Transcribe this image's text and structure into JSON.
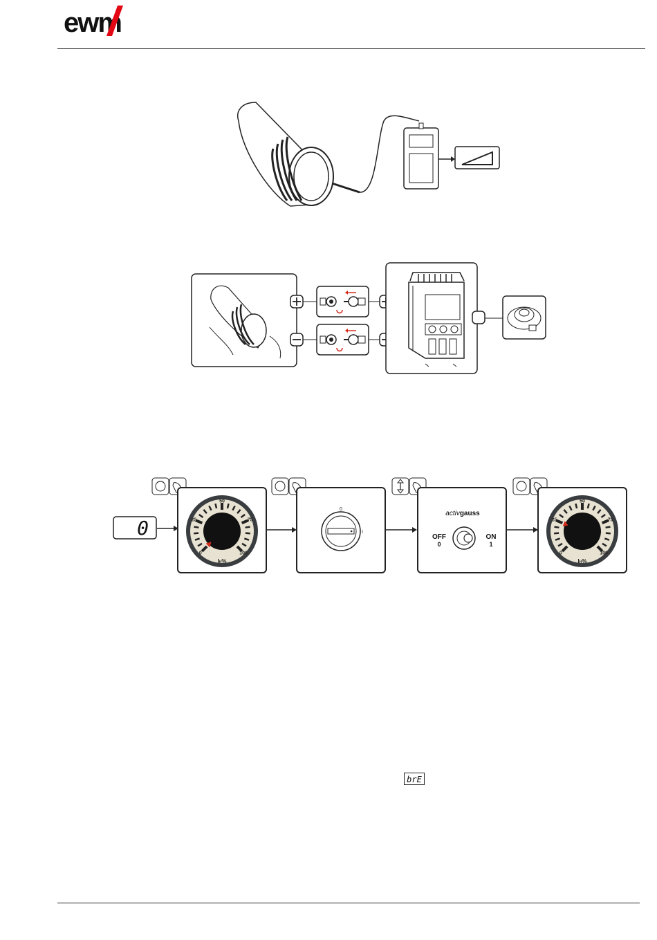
{
  "brand": {
    "logo_text": "ewm"
  },
  "figure_measure": {
    "meter_icon": "gauss-meter-icon",
    "output_icon": "ramp-symbol-icon"
  },
  "figure_connect": {
    "plus_symbol": "+",
    "minus_symbol": "−"
  },
  "figure_sequence": {
    "display_value": "0",
    "knob_scale": {
      "labels": [
        "0",
        "25",
        "50",
        "75",
        "100"
      ],
      "unit": "I",
      "unit_sub": "H",
      "unit_pct": "%"
    },
    "knob_start_fraction": 0.0,
    "knob_end_fraction": 0.25,
    "switch_positions": {
      "top": "0",
      "right": "I"
    },
    "activgauss": {
      "brand_prefix": "activ",
      "brand_suffix": "gauss",
      "off_label": "OFF",
      "off_value": "0",
      "on_label": "ON",
      "on_value": "1"
    }
  },
  "inline_display": {
    "code": "brE"
  },
  "colors": {
    "accent_red": "#d42a1c",
    "panel_grey": "#3a3d40",
    "scale_bg": "#e8e2d2"
  }
}
